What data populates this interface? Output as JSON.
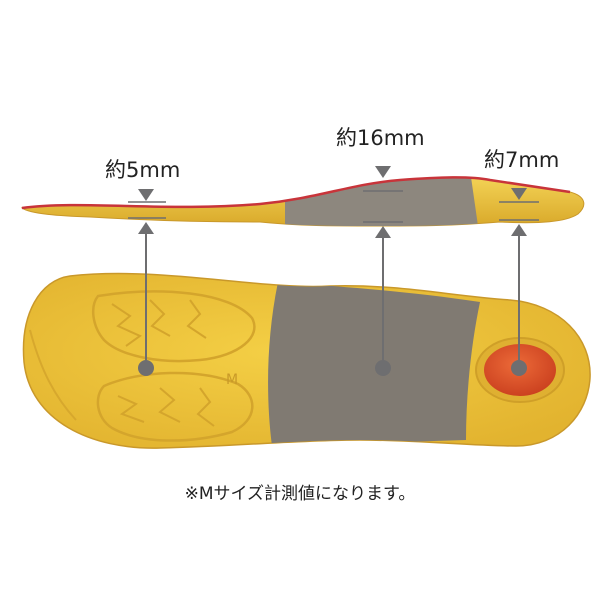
{
  "measurements": {
    "toe": {
      "label": "約5mm",
      "value_mm": 5
    },
    "arch": {
      "label": "約16mm",
      "value_mm": 16
    },
    "heel": {
      "label": "約7mm",
      "value_mm": 7
    }
  },
  "note": "※Mサイズ計測値になります。",
  "colors": {
    "insole_yellow": "#f1c93c",
    "insole_edge": "#d9a92a",
    "arch_gray": "#807a72",
    "heel_pad": "#e2542a",
    "marker": "#6e6e70",
    "top_stripe": "#c8343a"
  }
}
